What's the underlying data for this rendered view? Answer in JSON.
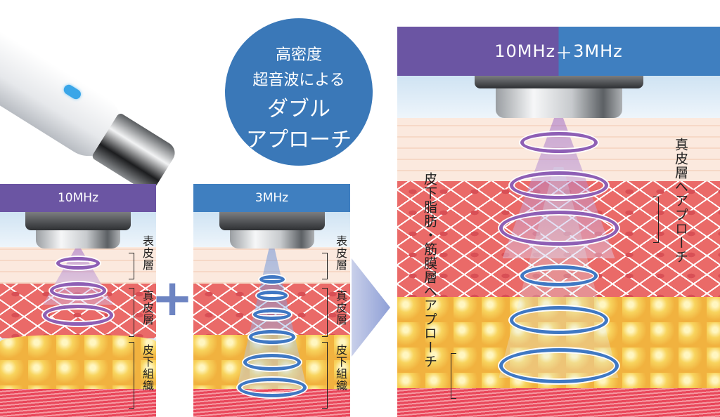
{
  "headline": {
    "line1": "高密度",
    "line2": "超音波による",
    "line3": "ダブル",
    "line4": "アプローチ"
  },
  "panel_10mhz": {
    "title": "10MHz",
    "labels": [
      "表皮層",
      "真皮層",
      "皮下組織"
    ]
  },
  "panel_3mhz": {
    "title": "3MHz",
    "labels": [
      "表皮層",
      "真皮層",
      "皮下組織"
    ]
  },
  "panel_combined": {
    "title_left": "10MHz",
    "title_plus": "＋",
    "title_right": "3MHz",
    "label_dermis": "真皮層へアプローチ",
    "label_subcutaneous": "皮下脂肪・筋膜層へアプローチ"
  },
  "plus_sign": "+",
  "colors": {
    "purple": "#6b55a3",
    "blue": "#3f7fc0",
    "circle": "#3a78b8"
  }
}
